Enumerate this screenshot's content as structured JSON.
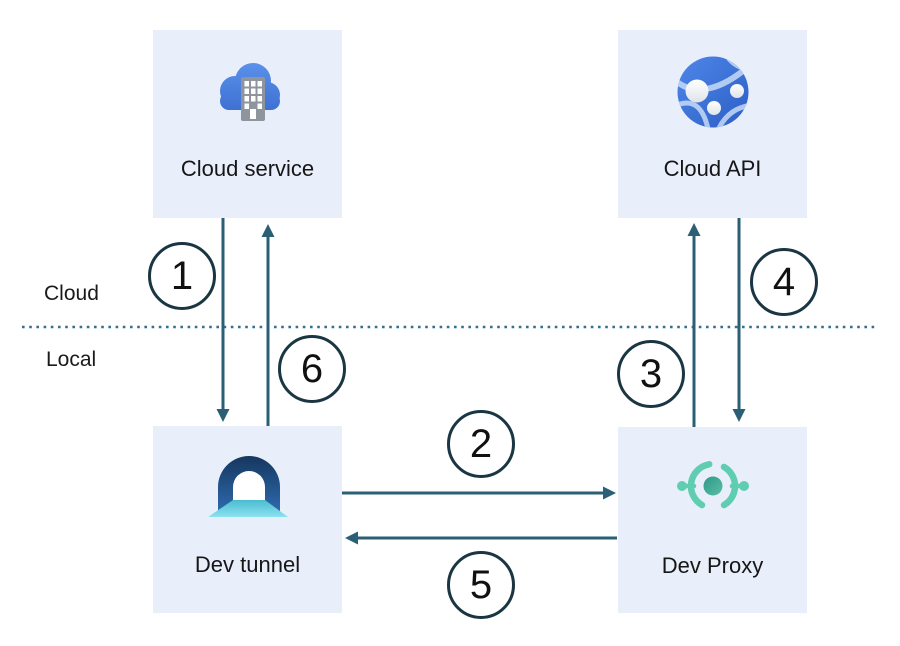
{
  "diagram": {
    "zones": {
      "cloud_label": "Cloud",
      "local_label": "Local"
    },
    "nodes": {
      "cloud_service": {
        "label": "Cloud service",
        "icon": "cloud-building-icon"
      },
      "cloud_api": {
        "label": "Cloud API",
        "icon": "api-globe-icon"
      },
      "dev_tunnel": {
        "label": "Dev tunnel",
        "icon": "tunnel-icon"
      },
      "dev_proxy": {
        "label": "Dev Proxy",
        "icon": "proxy-icon"
      }
    },
    "steps": [
      "1",
      "2",
      "3",
      "4",
      "5",
      "6"
    ],
    "flows": [
      {
        "step": "1",
        "from": "Cloud service",
        "to": "Dev tunnel"
      },
      {
        "step": "2",
        "from": "Dev tunnel",
        "to": "Dev Proxy"
      },
      {
        "step": "3",
        "from": "Dev Proxy",
        "to": "Cloud API"
      },
      {
        "step": "4",
        "from": "Cloud API",
        "to": "Dev Proxy"
      },
      {
        "step": "5",
        "from": "Dev Proxy",
        "to": "Dev tunnel"
      },
      {
        "step": "6",
        "from": "Dev tunnel",
        "to": "Cloud service"
      }
    ],
    "colors": {
      "node_fill": "#e9eefb",
      "arrow": "#2b5f76",
      "divider": "#34708c",
      "circle_stroke": "#1b3643",
      "text": "#161616",
      "proxy_mint": "#5ecdb0",
      "tunnel_cyan": "#4abccf"
    }
  }
}
